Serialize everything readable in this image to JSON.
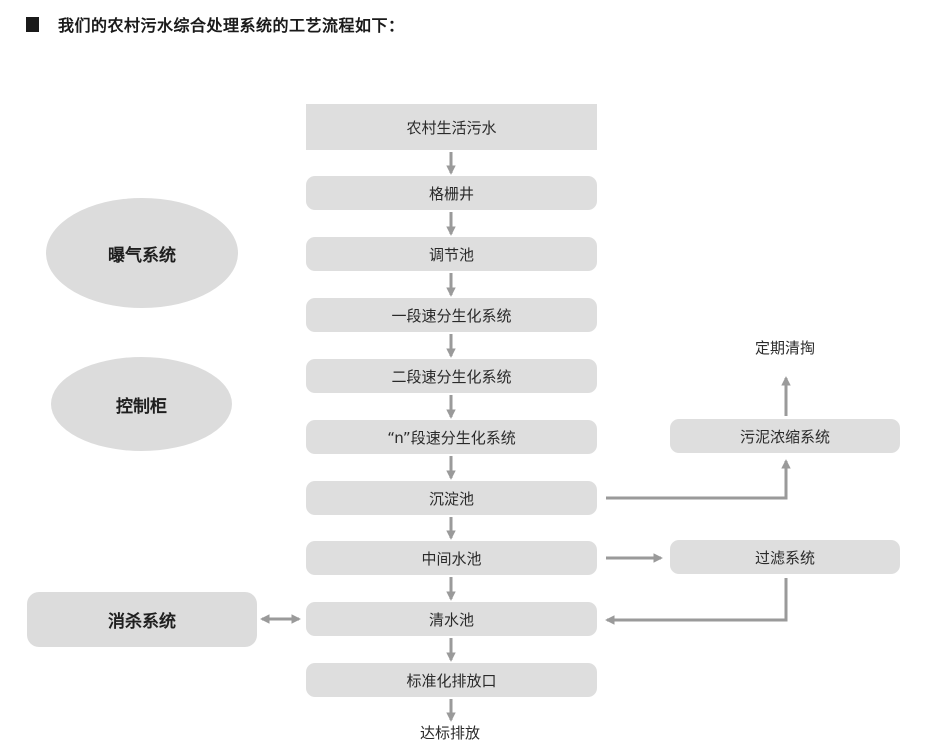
{
  "header": {
    "title": "我们的农村污水综合处理系统的工艺流程如下："
  },
  "flow": {
    "steps": [
      "农村生活污水",
      "格栅井",
      "调节池",
      "一段速分生化系统",
      "二段速分生化系统",
      "“n”段速分生化系统",
      "沉淀池",
      "中间水池",
      "清水池",
      "标准化排放口"
    ],
    "output": "达标排放"
  },
  "left": {
    "aeration": "曝气系统",
    "control": "控制柜",
    "disinfection": "消杀系统"
  },
  "right": {
    "sludge": "污泥浓缩系统",
    "cleanup": "定期清掏",
    "filter": "过滤系统"
  },
  "colors": {
    "box": "#dedede",
    "arrow": "#9a9a9a"
  }
}
